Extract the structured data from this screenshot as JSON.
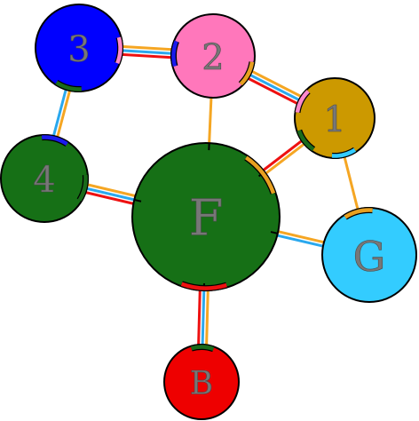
{
  "colors": {
    "orange": "#f5a623",
    "red": "#ee1111",
    "blue": "#2aa8ee",
    "black": "#000000",
    "mark_green": "#1a6b1a",
    "mark_blue": "#1a1aee",
    "mark_pink": "#ff88cc",
    "mark_orange": "#e8a020",
    "mark_red": "#ee1111",
    "mark_cyan": "#33ccff"
  },
  "nodes": [
    {
      "id": "node-3",
      "label": "3",
      "color": "#0000ff"
    },
    {
      "id": "node-2",
      "label": "2",
      "color": "#ff77bb"
    },
    {
      "id": "node-1",
      "label": "1",
      "color": "#cc9900"
    },
    {
      "id": "node-4",
      "label": "4",
      "color": "#167016"
    },
    {
      "id": "node-f",
      "label": "F",
      "color": "#167016"
    },
    {
      "id": "node-g",
      "label": "G",
      "color": "#33ccff"
    },
    {
      "id": "node-b",
      "label": "B",
      "color": "#ee0000"
    }
  ],
  "edges": [
    {
      "from": "node-3",
      "to": "node-2",
      "strands": [
        "orange",
        "blue",
        "red"
      ]
    },
    {
      "from": "node-3",
      "to": "node-4",
      "strands": [
        "orange",
        "blue"
      ]
    },
    {
      "from": "node-2",
      "to": "node-1",
      "strands": [
        "orange",
        "blue",
        "red"
      ]
    },
    {
      "from": "node-2",
      "to": "node-f",
      "strands": [
        "orange"
      ]
    },
    {
      "from": "node-1",
      "to": "node-f",
      "strands": [
        "orange",
        "red"
      ]
    },
    {
      "from": "node-1",
      "to": "node-g",
      "strands": [
        "orange"
      ]
    },
    {
      "from": "node-4",
      "to": "node-f",
      "strands": [
        "orange",
        "blue",
        "red"
      ]
    },
    {
      "from": "node-f",
      "to": "node-g",
      "strands": [
        "orange",
        "blue"
      ]
    },
    {
      "from": "node-f",
      "to": "node-b",
      "strands": [
        "orange",
        "blue",
        "red"
      ]
    }
  ],
  "port_marks": [
    {
      "node": "node-3",
      "toward": "node-2",
      "color": "mark_pink"
    },
    {
      "node": "node-3",
      "toward": "node-4",
      "color": "mark_green"
    },
    {
      "node": "node-2",
      "toward": "node-3",
      "color": "mark_blue"
    },
    {
      "node": "node-2",
      "toward": "node-1",
      "color": "mark_orange"
    },
    {
      "node": "node-1",
      "toward": "node-2",
      "color": "mark_pink"
    },
    {
      "node": "node-1",
      "toward": "node-f",
      "color": "mark_green"
    },
    {
      "node": "node-1",
      "toward": "node-g",
      "color": "mark_cyan"
    },
    {
      "node": "node-4",
      "toward": "node-3",
      "color": "mark_blue"
    },
    {
      "node": "node-4",
      "toward": "node-f",
      "color": "mark_green"
    },
    {
      "node": "node-f",
      "toward": "node-1",
      "color": "mark_orange"
    },
    {
      "node": "node-f",
      "toward": "node-b",
      "color": "mark_red"
    },
    {
      "node": "node-g",
      "toward": "node-1",
      "color": "mark_orange"
    },
    {
      "node": "node-b",
      "toward": "node-f",
      "color": "mark_green"
    }
  ]
}
